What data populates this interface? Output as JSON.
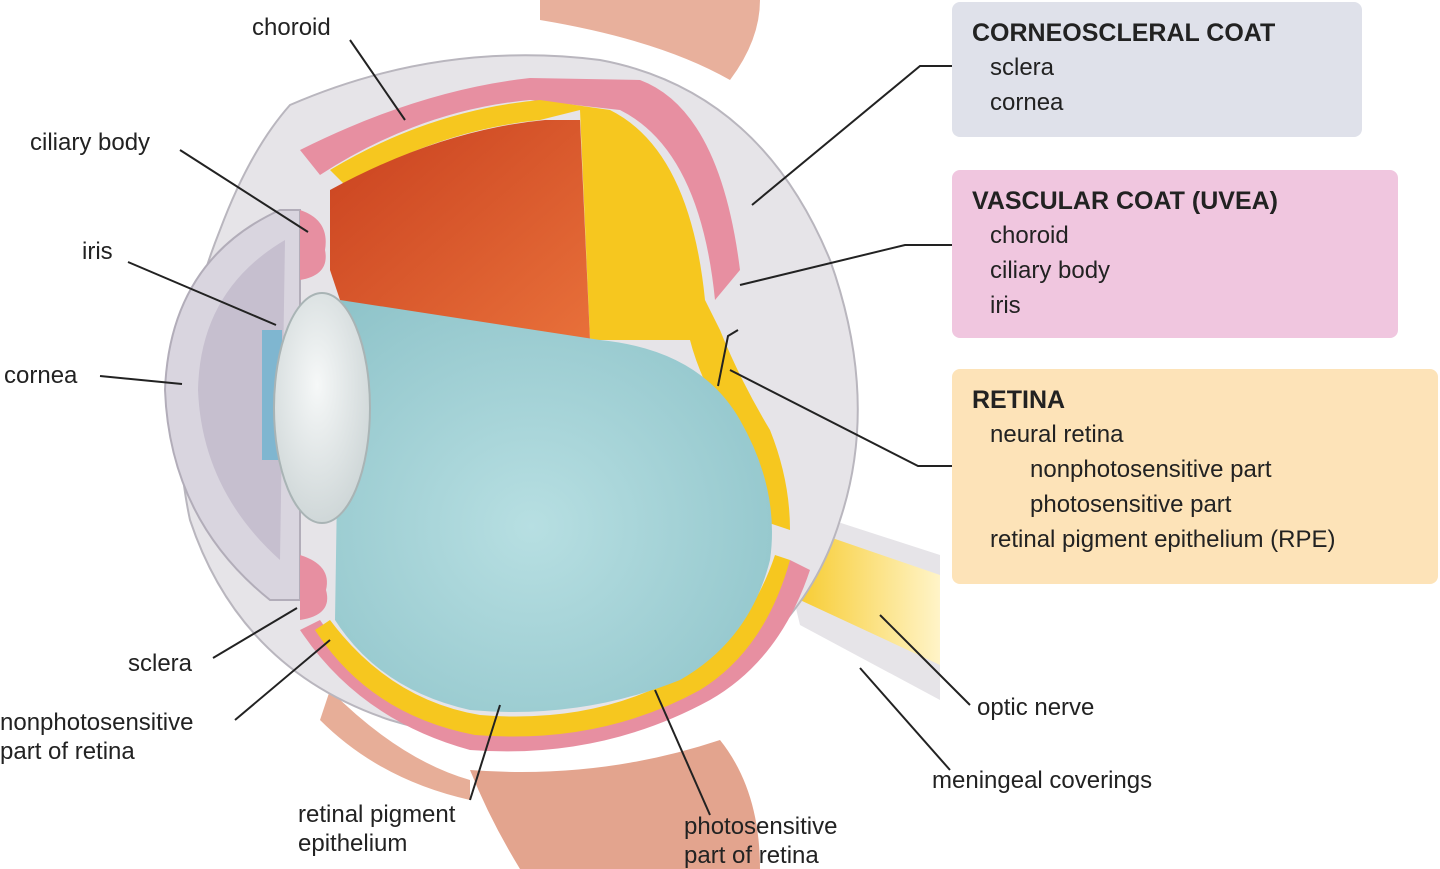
{
  "legend": {
    "corneoscleral": {
      "title": "CORNEOSCLERAL COAT",
      "items": [
        "sclera",
        "cornea"
      ],
      "color": "#dfe1ea"
    },
    "vascular": {
      "title": "VASCULAR COAT (UVEA)",
      "items": [
        "choroid",
        "ciliary body",
        "iris"
      ],
      "color": "#f0c6df"
    },
    "retina": {
      "title": "RETINA",
      "neural": "neural retina",
      "nonphoto": "nonphotosensitive part",
      "photo": "photosensitive part",
      "rpe": "retinal pigment epithelium (RPE)",
      "color": "#fde3b8"
    }
  },
  "labels": {
    "choroid": "choroid",
    "ciliary_body": "ciliary body",
    "iris": "iris",
    "cornea": "cornea",
    "sclera": "sclera",
    "nonphoto_line1": "nonphotosensitive",
    "nonphoto_line2": "part of retina",
    "rpe_line1": "retinal pigment",
    "rpe_line2": "epithelium",
    "photo_line1": "photosensitive",
    "photo_line2": "part of retina",
    "optic_nerve": "optic nerve",
    "meningeal": "meningeal coverings"
  },
  "colors": {
    "sclera": "#e6e4e8",
    "choroid": "#e78fa1",
    "retina": "#f6c71f",
    "interior": "#d8542a",
    "vitreous": "#a8d2d6",
    "lens": "#e4eaea",
    "muscle": "#e8b09c",
    "leader": "#222222"
  }
}
